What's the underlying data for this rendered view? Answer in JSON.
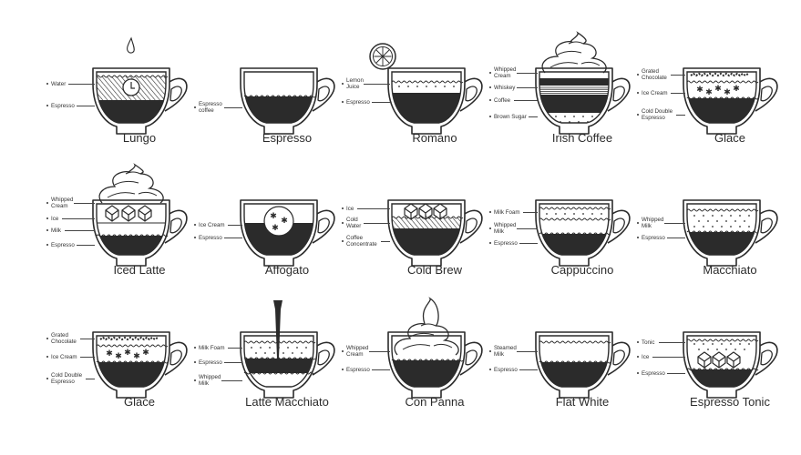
{
  "infographic": {
    "colors": {
      "ink": "#2b2b2b",
      "background": "#ffffff"
    },
    "drinks": [
      {
        "name": "Lungo",
        "labels": [
          "Water",
          "Espresso"
        ],
        "decor": "water-drop-icon"
      },
      {
        "name": "Espresso",
        "labels": [
          "Espresso\ncoffee"
        ]
      },
      {
        "name": "Romano",
        "labels": [
          "Lemon\nJuice",
          "Espresso"
        ],
        "decor": "lemon-slice-icon"
      },
      {
        "name": "Irish Coffee",
        "labels": [
          "Whipped\nCream",
          "Whiskey",
          "Coffee",
          "Brown Sugar"
        ],
        "decor": "whipped-cream-icon"
      },
      {
        "name": "Glace",
        "labels": [
          "Grated\nChocolate",
          "Ice Cream",
          "Cold Double\nEspresso"
        ]
      },
      {
        "name": "Iced Latte",
        "labels": [
          "Whipped\nCream",
          "Ice",
          "Milk",
          "Espresso"
        ],
        "decor": "whipped-cream-icon"
      },
      {
        "name": "Affogato",
        "labels": [
          "Ice Cream",
          "Espresso"
        ]
      },
      {
        "name": "Cold Brew",
        "labels": [
          "Ice",
          "Cold\nWater",
          "Coffee\nConcentrate"
        ]
      },
      {
        "name": "Cappuccino",
        "labels": [
          "Milk Foam",
          "Whipped\nMilk",
          "Espresso"
        ]
      },
      {
        "name": "Macchiato",
        "labels": [
          "Whipped\nMilk",
          "Espresso"
        ]
      },
      {
        "name": "Glace",
        "labels": [
          "Grated\nChocolate",
          "Ice Cream",
          "Cold Double\nEspresso"
        ]
      },
      {
        "name": "Latte Macchiato",
        "labels": [
          "Milk Foam",
          "Espresso",
          "Whipped\nMilk"
        ],
        "decor": "pour-stream-icon"
      },
      {
        "name": "Con Panna",
        "labels": [
          "Whipped\nCream",
          "Espresso"
        ],
        "decor": "whipped-cream-icon"
      },
      {
        "name": "Flat White",
        "labels": [
          "Steamed\nMilk",
          "Espresso"
        ]
      },
      {
        "name": "Espresso Tonic",
        "labels": [
          "Tonic",
          "Ice",
          "Espresso"
        ]
      }
    ]
  }
}
